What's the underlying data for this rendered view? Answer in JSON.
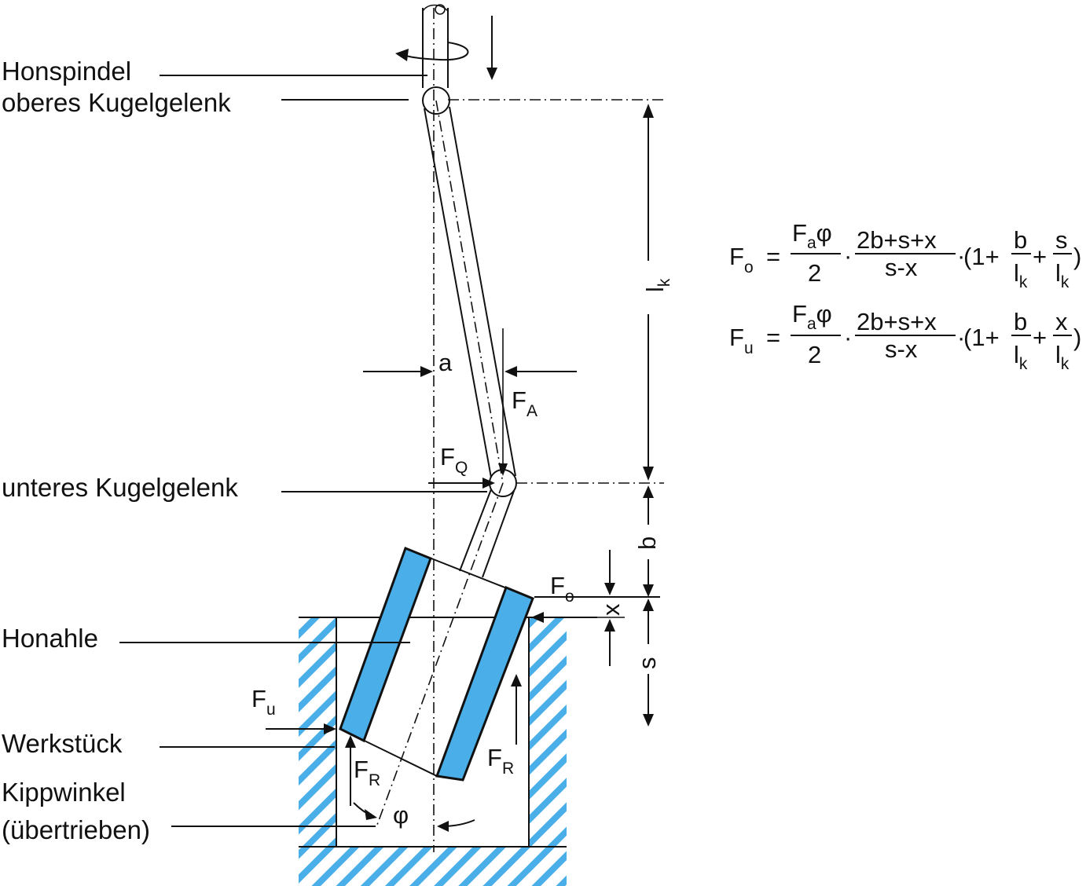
{
  "labels": {
    "honspindel": "Honspindel",
    "oberes": "oberes Kugelgelenk",
    "unteres": "unteres Kugelgelenk",
    "honahle": "Honahle",
    "werkstueck": "Werkstück",
    "kippwinkel": "Kippwinkel",
    "uebertrieben": "(übertrieben)"
  },
  "symbols": {
    "F": "F",
    "A": "A",
    "Q": "Q",
    "R": "R",
    "o": "o",
    "u": "u",
    "a": "a",
    "b": "b",
    "s": "s",
    "x": "x",
    "l": "l",
    "k": "k",
    "phi": "φ"
  },
  "formulas": {
    "eq": "=",
    "num1": "φ",
    "den1": "2",
    "num2": "2b+s+x",
    "den2": "s-x",
    "dot": "·",
    "paren_open": "(1+",
    "plus": "+",
    "paren_close": ")",
    "frac_b_num": "b",
    "frac_s_num": "s",
    "frac_x_num": "x"
  },
  "colors": {
    "stone": "#4aaee8",
    "hatch": "#4aaee8",
    "line": "#111111"
  }
}
